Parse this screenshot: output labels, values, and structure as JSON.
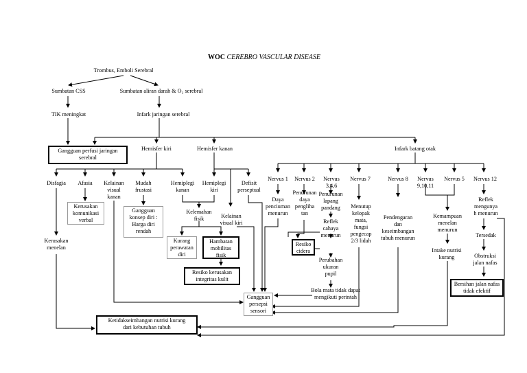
{
  "title": {
    "bold": "WOC",
    "italic": "CEREBRO VASCULAR DISEASE"
  },
  "nodes": {
    "trombus": "Trombus, Emboli Serebral",
    "sumbatan_css": "Sumbatan CSS",
    "sumbatan_aliran": "Sumbatan aliran darah & O₂ serebral",
    "tik": "TIK meningkat",
    "infark_serebral": "Infark jaringan serebral",
    "gangguan_perfusi": "Gangguan perfusi jaringan\nserebral",
    "hemisfer_kiri": "Hemisfer kiri",
    "hemisfer_kanan": "Hemisfer kanan",
    "infark_batang": "Infark batang otak",
    "disfagia": "Disfagia",
    "afasia": "Afasia",
    "kelainan_visual_kanan": "Kelainan\nvisual\nkanan",
    "mudah_frustasi": "Mudah\nfrustasi",
    "hemiplegi_kanan": "Hemiplegi\nkanan",
    "hemiplegi_kiri": "Hemiplegi\nkiri",
    "defisit_perseptual": "Defisit\nperseptual",
    "kerusakan_komunikasi": "Kerusakan\nkomunikasi\nverbal",
    "gangguan_konsep": "Gangguan\nkonsep diri :\nHarga diri\nrendah",
    "kelemahan_fisik": "Kelemahan\nfisik",
    "kelainan_visual_kiri": "Kelainan\nvisual kiri",
    "kurang_perawatan": "Kurang\nperawatan\ndiri",
    "hambatan_mobilitas": "Hambatan\nmobilitas\nfisik",
    "resiko_kerusakan": "Resiko kerusakan\nintegritas kulit",
    "kerusakan_menelan": "Kerusakan\nmenelan",
    "nervus1": "Nervus 1",
    "nervus2": "Nervus 2",
    "nervus346": "Nervus\n3,4,6",
    "nervus7": "Nervus 7",
    "nervus8": "Nervus 8",
    "nervus91011": "Nervus\n9,10,11",
    "nervus5": "Nervus 5",
    "nervus12": "Nervus 12",
    "daya_penciuman": "Daya\npenciuman\nmenurun",
    "penurunan_penglihatan": "Penurunan daya\npengliha\ntan",
    "penurunan_lapang": "Penurunan\nlapang\npandang",
    "refleks_cahaya": "Reflek\ncahaya\nmenurun",
    "perubahan_ukuran": "Perubahan\nukuran\npupil",
    "resiko_cidera": "Resiko\ncidera",
    "menutup_kelopak": "Menutup\nkelopak\nmata,\nfungsi\npengecap\n2/3 lidah",
    "pendengaran": "Pendengaran\ndan\nkeseimbangan\ntubuh menurun",
    "kemampuan_menelan": "Kemampuan\nmenelan\nmenurun",
    "intake_nutrisi": "Intake nutrisi\nkurang",
    "reflek_menguyah": "Reflek\nmengunya\nh menurun",
    "tersedak": "Tersedak",
    "obstruksi": "Obstruksi\njalan nafas",
    "bersihan": "Bersihan jalan nafas\ntidak efektif",
    "bola_mata": "Bola mata tidak dapat\nmengikuti perintah",
    "gangguan_persepsi": "Gangguan\npersepsi\nsensori",
    "ketidakseimbangan": "Ketidakseimbangan nutrisi kurang\ndari kebutuhan tubuh"
  }
}
